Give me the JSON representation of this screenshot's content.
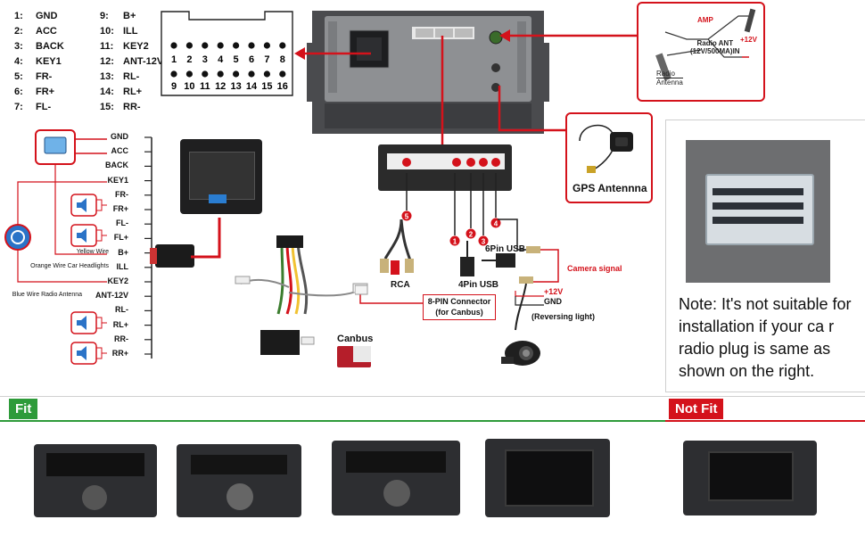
{
  "pin_legend": {
    "left": [
      {
        "num": "1:",
        "label": "GND"
      },
      {
        "num": "2:",
        "label": "ACC"
      },
      {
        "num": "3:",
        "label": "BACK"
      },
      {
        "num": "4:",
        "label": "KEY1"
      },
      {
        "num": "5:",
        "label": "FR-"
      },
      {
        "num": "6:",
        "label": "FR+"
      },
      {
        "num": "7:",
        "label": "FL-"
      }
    ],
    "right": [
      {
        "num": "9:",
        "label": "B+"
      },
      {
        "num": "10:",
        "label": "ILL"
      },
      {
        "num": "11:",
        "label": "KEY2"
      },
      {
        "num": "12:",
        "label": "ANT-12V"
      },
      {
        "num": "13:",
        "label": "RL-"
      },
      {
        "num": "14:",
        "label": "RL+"
      },
      {
        "num": "15:",
        "label": "RR-"
      }
    ]
  },
  "connector_pins": {
    "top": [
      "1",
      "2",
      "3",
      "4",
      "5",
      "6",
      "7",
      "8"
    ],
    "bottom": [
      "9",
      "10",
      "11",
      "12",
      "13",
      "14",
      "15",
      "16"
    ]
  },
  "antenna_box": {
    "amp": "AMP",
    "plus12": "+12V",
    "radio_ant_line1": "Radio ANT",
    "radio_ant_line2": "(12V/500MA)IN",
    "radio_line1": "Radio",
    "radio_line2": "Antenna"
  },
  "gps_label": "GPS Antennna",
  "wiring": [
    {
      "label": "GND",
      "note": ""
    },
    {
      "label": "ACC",
      "note": ""
    },
    {
      "label": "BACK",
      "note": ""
    },
    {
      "label": "KEY1",
      "note": ""
    },
    {
      "label": "FR-",
      "note": ""
    },
    {
      "label": "FR+",
      "note": ""
    },
    {
      "label": "FL-",
      "note": ""
    },
    {
      "label": "FL+",
      "note": ""
    },
    {
      "label": "B+",
      "note": "Yellow Wire"
    },
    {
      "label": "ILL",
      "note": "Orange Wire Car Headlights"
    },
    {
      "label": "KEY2",
      "note": ""
    },
    {
      "label": "ANT-12V",
      "note": "Blue Wire Radio Antenna"
    },
    {
      "label": "RL-",
      "note": ""
    },
    {
      "label": "RL+",
      "note": ""
    },
    {
      "label": "RR-",
      "note": ""
    },
    {
      "label": "RR+",
      "note": ""
    }
  ],
  "ports": {
    "rca": "RCA",
    "usb4": "4Pin USB",
    "usb6": "6Pin USB",
    "camera_signal": "Camera signal",
    "plus12": "+12V",
    "gnd": "GND",
    "reversing": "(Reversing light)",
    "canbus_connector_line1": "8-PIN Connector",
    "canbus_connector_line2": "(for Canbus)",
    "canbus": "Canbus",
    "markers": [
      "1",
      "2",
      "3",
      "4",
      "5"
    ]
  },
  "note": "Note: It's not suitable for installation if your ca r radio plug is same as shown on the right.",
  "fit_label": "Fit",
  "not_fit_label": "Not Fit",
  "colors": {
    "red": "#d4121b",
    "green": "#2e9b3a",
    "dark": "#2b2b2b"
  }
}
